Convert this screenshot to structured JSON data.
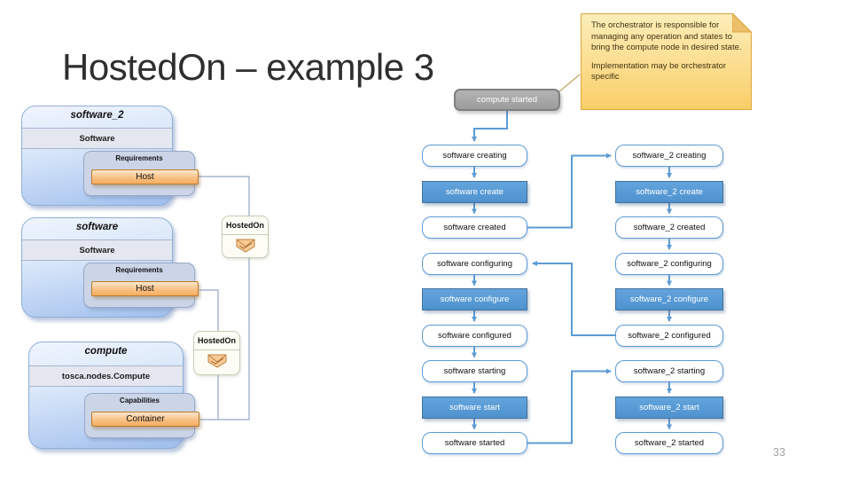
{
  "slide": {
    "title": "HostedOn – example 3",
    "page_number": "33"
  },
  "note": {
    "paragraph_1": "The orchestrator is responsible for managing any operation and states to bring the compute node in desired state.",
    "paragraph_2": "Implementation may be orchestrator specific"
  },
  "orchestrator_state": {
    "label": "compute started"
  },
  "topology": {
    "software_2": {
      "name": "software_2",
      "type": "Software",
      "section": "Requirements",
      "item": "Host"
    },
    "software": {
      "name": "software",
      "type": "Software",
      "section": "Requirements",
      "item": "Host"
    },
    "compute": {
      "name": "compute",
      "type": "tosca.nodes.Compute",
      "section": "Capabilities",
      "item": "Container"
    },
    "relationship_1": {
      "label": "HostedOn",
      "icon": "envelope-icon"
    },
    "relationship_2": {
      "label": "HostedOn",
      "icon": "envelope-icon"
    }
  },
  "lifecycle": {
    "software": {
      "states": [
        {
          "label": "software creating",
          "kind": "state"
        },
        {
          "label": "software create",
          "kind": "operation"
        },
        {
          "label": "software created",
          "kind": "state"
        },
        {
          "label": "software configuring",
          "kind": "state"
        },
        {
          "label": "software configure",
          "kind": "operation"
        },
        {
          "label": "software configured",
          "kind": "state"
        },
        {
          "label": "software starting",
          "kind": "state"
        },
        {
          "label": "software start",
          "kind": "operation"
        },
        {
          "label": "software started",
          "kind": "state"
        }
      ]
    },
    "software_2": {
      "states": [
        {
          "label": "software_2 creating",
          "kind": "state"
        },
        {
          "label": "software_2 create",
          "kind": "operation"
        },
        {
          "label": "software_2 created",
          "kind": "state"
        },
        {
          "label": "software_2 configuring",
          "kind": "state"
        },
        {
          "label": "software_2 configure",
          "kind": "operation"
        },
        {
          "label": "software_2 configured",
          "kind": "state"
        },
        {
          "label": "software_2 starting",
          "kind": "state"
        },
        {
          "label": "software_2 start",
          "kind": "operation"
        },
        {
          "label": "software_2 started",
          "kind": "state"
        }
      ]
    }
  },
  "flow": [
    "compute started -> software creating",
    "software created -> software_2 creating",
    "software_2 configured -> software configuring",
    "software started -> software_2 starting"
  ],
  "colors": {
    "state_border": "#5B9BD5",
    "operation_fill": "#5B9BD5",
    "operation_border": "#41719C",
    "connector_blue": "#5B9BD5",
    "gray_fill": "#A6A6A6",
    "gray_border": "#7F7F7F",
    "note_fill": "#FBDD8E",
    "note_border": "#DFA63F",
    "node_fill_blue": "#AEC8F0",
    "requirement_fill": "#CBD5E7",
    "host_bar_fill": "#F8BE80",
    "topology_line": "#93A7C5",
    "page_number_gray": "#A3A3A3"
  }
}
